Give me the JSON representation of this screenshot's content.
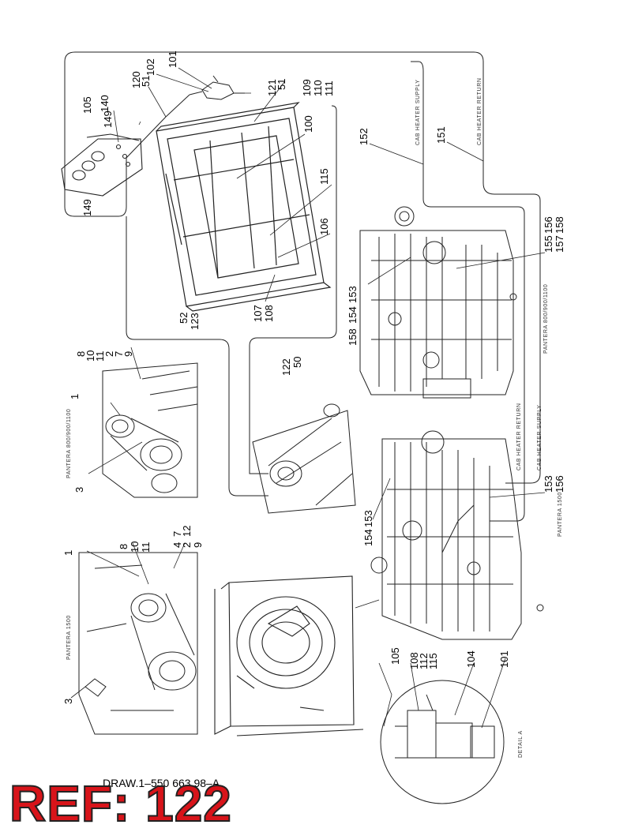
{
  "ref_badge": "REF: 122",
  "drawing_number": "DRAW.1–550 663 98–A",
  "hose_captions": [
    {
      "id": "cab-heater-supply-top",
      "text": "CAB HEATER SUPPLY"
    },
    {
      "id": "cab-heater-return-top",
      "text": "CAB HEATER RETURN"
    },
    {
      "id": "cab-heater-return-mid",
      "text": "CAB HEATER RETURN"
    },
    {
      "id": "cab-heater-supply-mid",
      "text": "CAB HEATER SUPPLY"
    }
  ],
  "view_captions": [
    {
      "id": "pantera-800-upper-right",
      "text": "PANTERA 800/900/1100"
    },
    {
      "id": "pantera-800-left",
      "text": "PANTERA 800/900/1100"
    },
    {
      "id": "pantera-1500-left",
      "text": "PANTERA 1500"
    },
    {
      "id": "pantera-1500-right",
      "text": "PANTERA 1500"
    },
    {
      "id": "detail-a",
      "text": "DETAIL A"
    }
  ],
  "callouts": [
    {
      "id": "c101a",
      "text": "101"
    },
    {
      "id": "c102",
      "text": "102"
    },
    {
      "id": "c120",
      "text": "120"
    },
    {
      "id": "c51a",
      "text": "51"
    },
    {
      "id": "c140",
      "text": "140"
    },
    {
      "id": "c105a",
      "text": "105"
    },
    {
      "id": "c149a",
      "text": "149"
    },
    {
      "id": "c149b",
      "text": "149"
    },
    {
      "id": "c121",
      "text": "121"
    },
    {
      "id": "c51b",
      "text": "51"
    },
    {
      "id": "c109",
      "text": "109"
    },
    {
      "id": "c110",
      "text": "110"
    },
    {
      "id": "c111",
      "text": "111"
    },
    {
      "id": "c100",
      "text": "100"
    },
    {
      "id": "c152",
      "text": "152"
    },
    {
      "id": "c151",
      "text": "151"
    },
    {
      "id": "c115a",
      "text": "115"
    },
    {
      "id": "c106",
      "text": "106"
    },
    {
      "id": "c107",
      "text": "107"
    },
    {
      "id": "c108a",
      "text": "108"
    },
    {
      "id": "c52",
      "text": "52"
    },
    {
      "id": "c123",
      "text": "123"
    },
    {
      "id": "c122",
      "text": "122"
    },
    {
      "id": "c50",
      "text": "50"
    },
    {
      "id": "c155",
      "text": "155"
    },
    {
      "id": "c156a",
      "text": "156"
    },
    {
      "id": "c157",
      "text": "157"
    },
    {
      "id": "c158a",
      "text": "158"
    },
    {
      "id": "c158b",
      "text": "158"
    },
    {
      "id": "c154a",
      "text": "154"
    },
    {
      "id": "c153a",
      "text": "153"
    },
    {
      "id": "c8a",
      "text": "8"
    },
    {
      "id": "c10a",
      "text": "10"
    },
    {
      "id": "c11a",
      "text": "11"
    },
    {
      "id": "c2a",
      "text": "2"
    },
    {
      "id": "c7a",
      "text": "7"
    },
    {
      "id": "c9a",
      "text": "9"
    },
    {
      "id": "c1a",
      "text": "1"
    },
    {
      "id": "c3a",
      "text": "3"
    },
    {
      "id": "c153b",
      "text": "153"
    },
    {
      "id": "c156b",
      "text": "156"
    },
    {
      "id": "c154b",
      "text": "154"
    },
    {
      "id": "c153c",
      "text": "153"
    },
    {
      "id": "c1b",
      "text": "1"
    },
    {
      "id": "c8b",
      "text": "8"
    },
    {
      "id": "c10b",
      "text": "10"
    },
    {
      "id": "c11b",
      "text": "11"
    },
    {
      "id": "c4",
      "text": "4"
    },
    {
      "id": "c7b",
      "text": "7"
    },
    {
      "id": "c2b",
      "text": "2"
    },
    {
      "id": "c12",
      "text": "12"
    },
    {
      "id": "c9b",
      "text": "9"
    },
    {
      "id": "c3b",
      "text": "3"
    },
    {
      "id": "c105b",
      "text": "105"
    },
    {
      "id": "c108b",
      "text": "108"
    },
    {
      "id": "c112",
      "text": "112"
    },
    {
      "id": "c115b",
      "text": "115"
    },
    {
      "id": "c104",
      "text": "104"
    },
    {
      "id": "c101b",
      "text": "101"
    }
  ]
}
